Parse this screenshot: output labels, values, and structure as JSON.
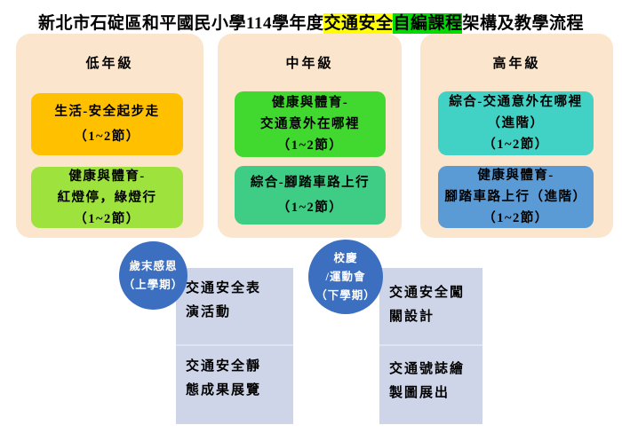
{
  "title": {
    "part1": "新北市石碇區和平國民小學114學年度",
    "highlight_yellow": "交通安全",
    "highlight_green": "自編課程",
    "part2": "架構及教學流程"
  },
  "columns": [
    {
      "header": "低年級",
      "boxes": [
        {
          "text": "生活-安全起步走\n（1~2節）",
          "color": "#FFC000"
        },
        {
          "text": "健康與體育-\n紅燈停，綠燈行\n（1~2節）",
          "color": "#9EE23E"
        }
      ]
    },
    {
      "header": "中年級",
      "boxes": [
        {
          "text": "健康與體育-\n交通意外在哪裡\n（1~2節）",
          "color": "#41D830"
        },
        {
          "text": "綜合-腳踏車路上行\n（1~2節）",
          "color": "#3FCC85"
        }
      ]
    },
    {
      "header": "高年級",
      "boxes": [
        {
          "text": "綜合-交通意外在哪裡\n（進階）\n（1~2節）",
          "color": "#41D2C5"
        },
        {
          "text": "健康與體育-\n腳踏車路上行（進階）\n（1~2節）",
          "color": "#5B9BD5"
        }
      ]
    }
  ],
  "events": [
    {
      "circle": "歲末感恩\n（上學期）",
      "items": [
        "交通安全表\n演活動",
        "交通安全靜\n態成果展覽"
      ]
    },
    {
      "circle": "校慶\n/運動會\n（下學期）",
      "items": [
        "交通安全闖\n關設計",
        "交通號誌繪\n製圖展出"
      ]
    }
  ],
  "colors": {
    "panel_bg": "#FBE5CC",
    "highlight_yellow": "#FFFF00",
    "highlight_green": "#00DB00",
    "circle_blue": "#3C6FC0",
    "event_box_bg": "#CED5E8"
  }
}
